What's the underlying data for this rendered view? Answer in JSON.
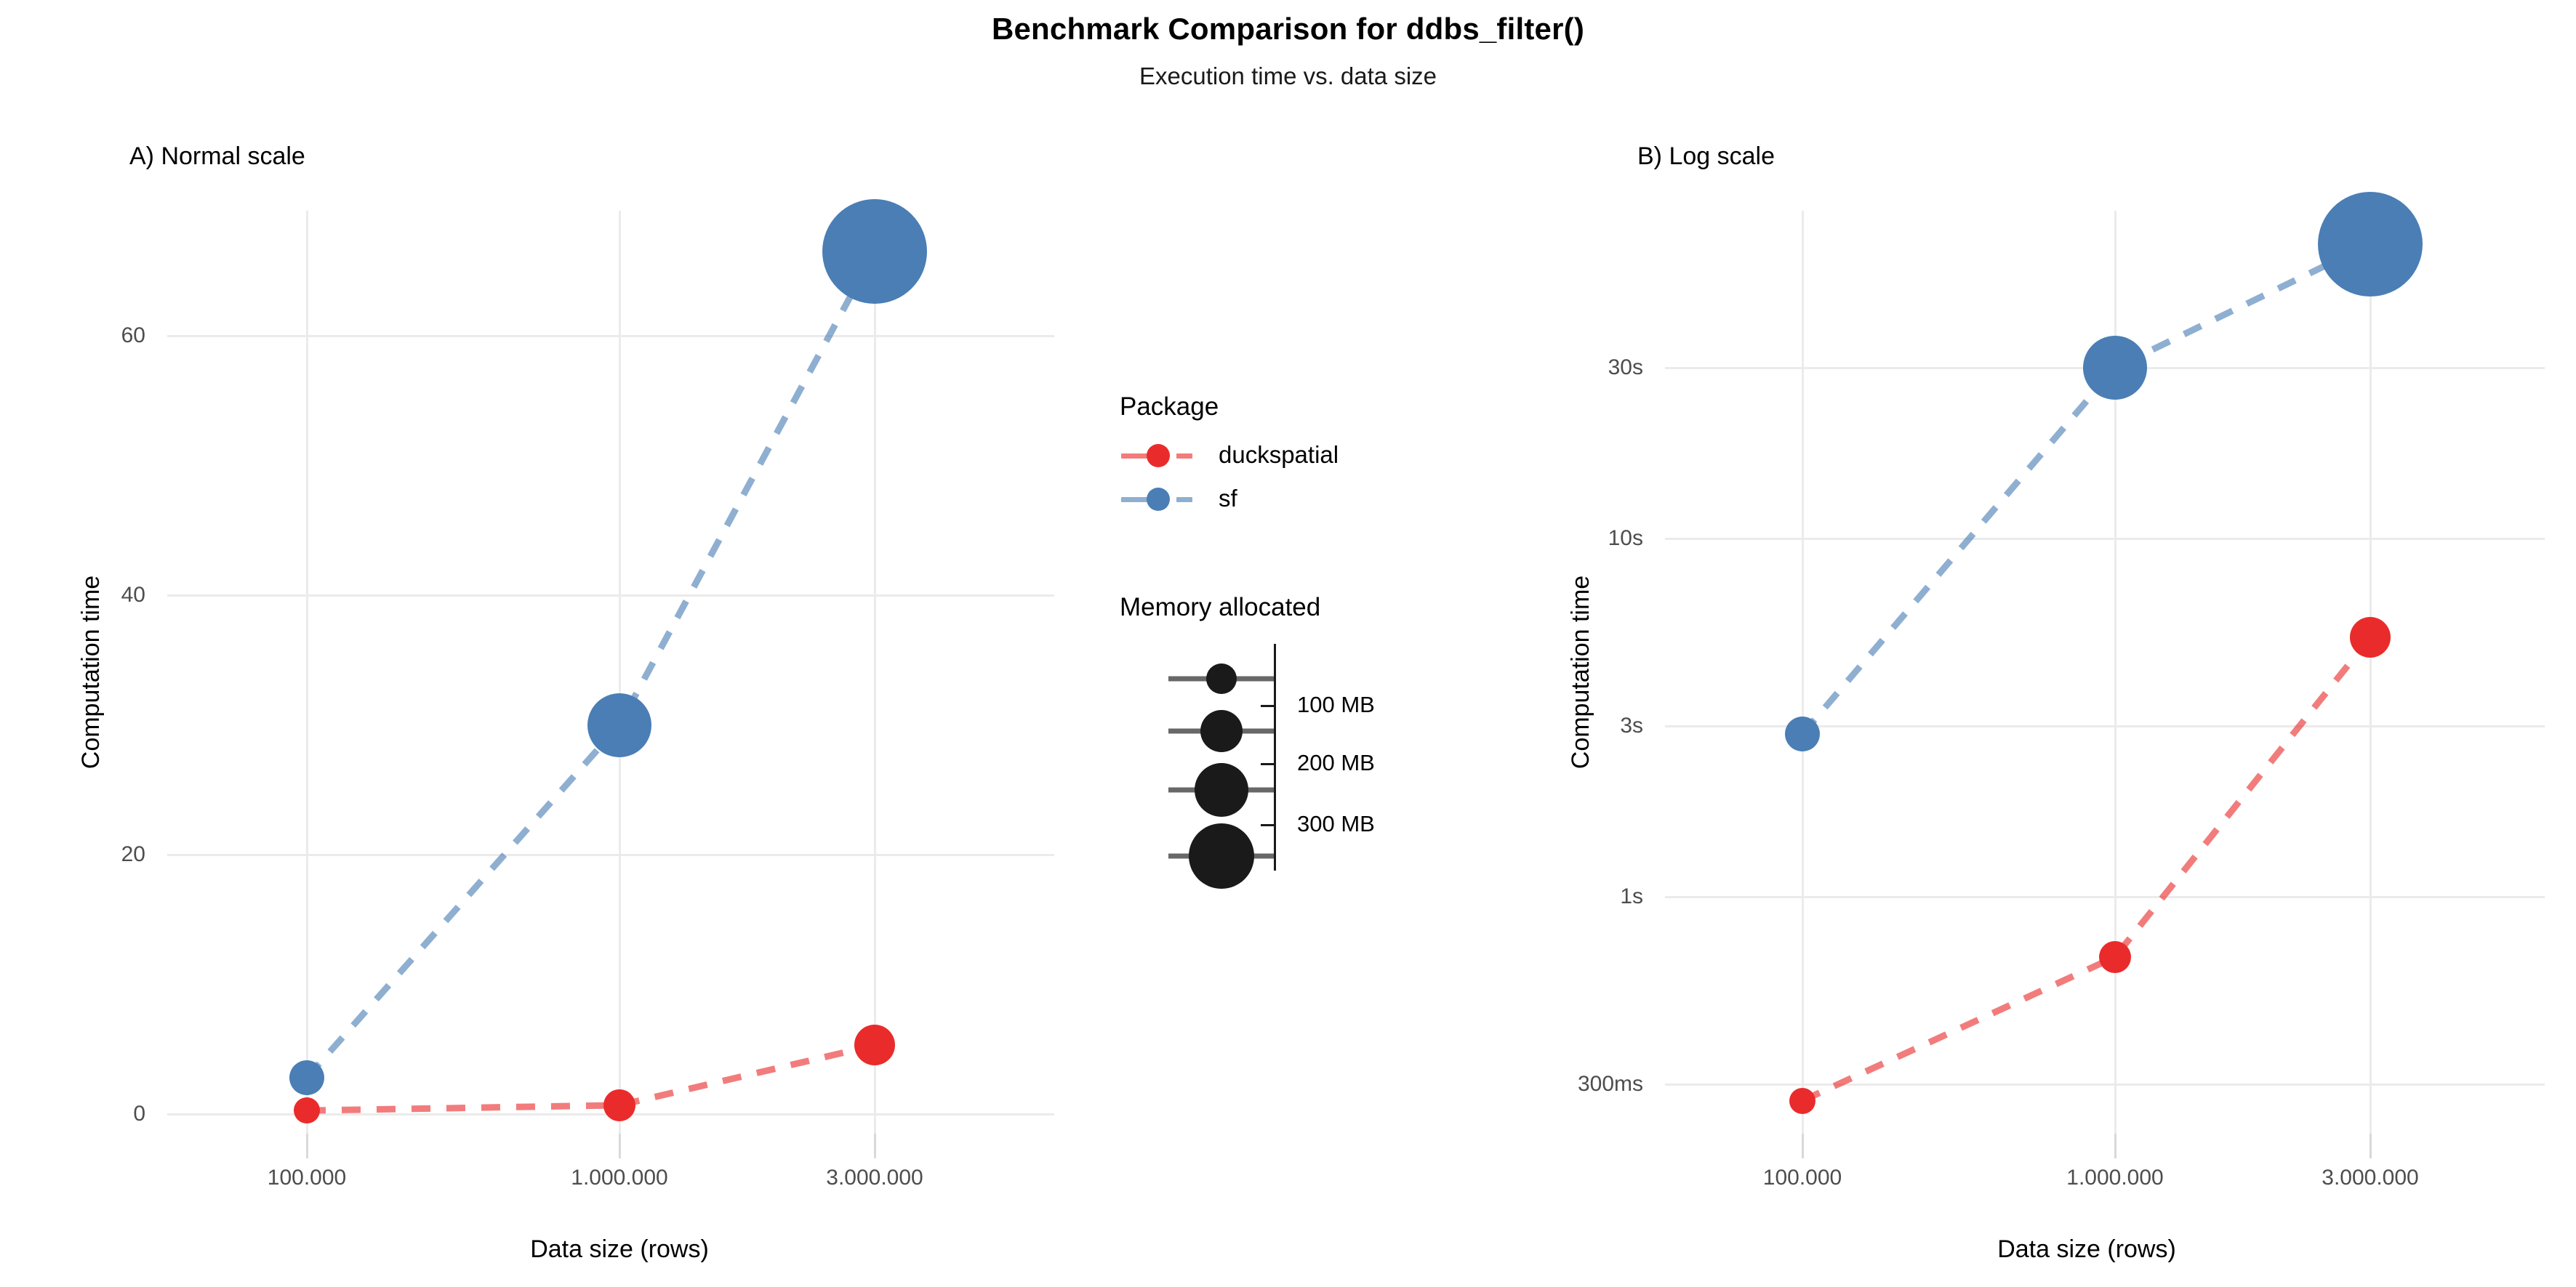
{
  "chart_data": {
    "type": "line",
    "title": "Benchmark Comparison for ddbs_filter()",
    "subtitle": "Execution time vs. data size",
    "xlabel": "Data size (rows)",
    "ylabel": "Computation time",
    "grid": true,
    "legend_position": "center-right",
    "categories": [
      "100.000",
      "1.000.000",
      "3.000.000"
    ],
    "x_values": [
      100000,
      1000000,
      3000000
    ],
    "legend": {
      "color_title": "Package",
      "color_entries": [
        {
          "label": "duckspatial",
          "color": "#EA2B2B"
        },
        {
          "label": "sf",
          "color": "#4A7EB5"
        }
      ],
      "size_title": "Memory allocated",
      "size_ticks": [
        "100 MB",
        "200 MB",
        "300 MB"
      ],
      "size_tick_values": [
        100,
        200,
        300
      ]
    },
    "panels": [
      {
        "key": "normal",
        "title": "A) Normal scale",
        "scale": "linear",
        "ylabel": "Computation time",
        "xlabel": "Data size (rows)",
        "yticks": [
          "0",
          "20",
          "40",
          "60"
        ],
        "ytick_values": [
          0,
          20,
          40,
          60
        ],
        "ylim": [
          -2.5,
          71
        ],
        "series": [
          {
            "name": "duckspatial",
            "color": "#EA2B2B",
            "values": [
              0.27,
              0.68,
              5.3
            ],
            "sizes": [
              18,
              22,
              28
            ]
          },
          {
            "name": "sf",
            "color": "#4A7EB5",
            "values": [
              2.8,
              30.0,
              66.5
            ],
            "sizes": [
              24,
              44,
              72
            ]
          }
        ]
      },
      {
        "key": "log",
        "title": "B) Log scale",
        "scale": "log",
        "ylabel": "Computation time",
        "xlabel": "Data size (rows)",
        "yticks": [
          "300ms",
          "1s",
          "3s",
          "10s",
          "30s"
        ],
        "ytick_values": [
          0.3,
          1,
          3,
          10,
          30
        ],
        "ylim": [
          0.2,
          80
        ],
        "series": [
          {
            "name": "duckspatial",
            "color": "#EA2B2B",
            "values": [
              0.27,
              0.68,
              5.3
            ],
            "sizes": [
              18,
              22,
              28
            ]
          },
          {
            "name": "sf",
            "color": "#4A7EB5",
            "values": [
              2.85,
              30.0,
              66.5
            ],
            "sizes": [
              24,
              44,
              72
            ]
          }
        ]
      }
    ]
  }
}
